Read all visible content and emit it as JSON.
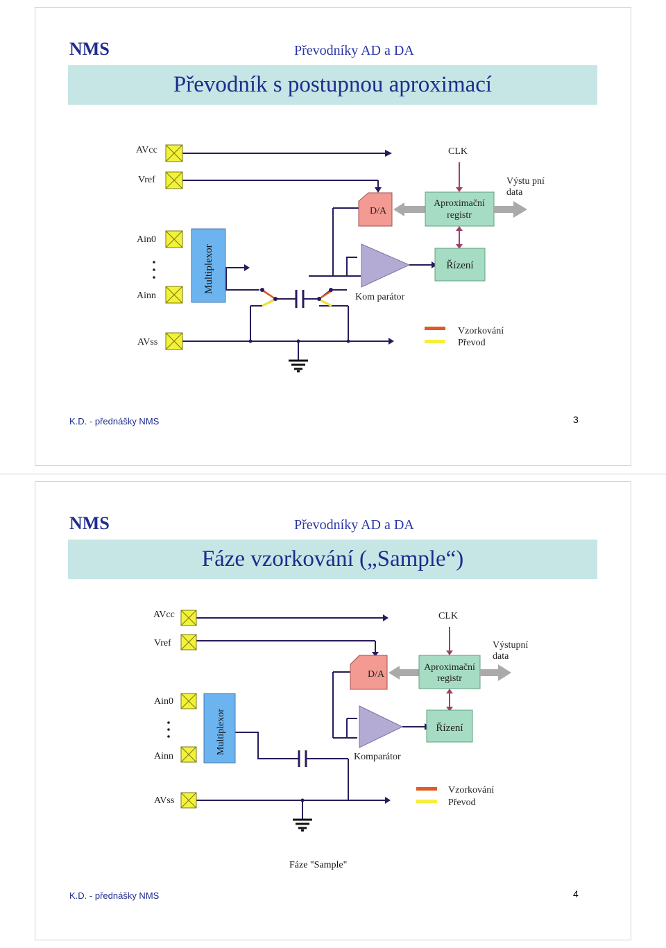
{
  "slide1": {
    "brand": "NMS",
    "subject": "Převodníky AD a DA",
    "title": "Převodník s postupnou aproximací",
    "footer": "K.D. - přednášky NMS",
    "page": "3",
    "diagram": {
      "avcc": "AVcc",
      "vref": "Vref",
      "ain0": "Ain0",
      "ainn": "Ainn",
      "avss": "AVss",
      "multiplexor": "Multiplexor",
      "da": "D/A",
      "aprox_line1": "Aproximační",
      "aprox_line2": "registr",
      "rizeni": "Řízení",
      "komparator": "Kom parátor",
      "clk": "CLK",
      "vystup_line1": "Výstu pní",
      "vystup_line2": "data",
      "legend_sample": "Vzorkování",
      "legend_convert": "Převod"
    }
  },
  "slide2": {
    "brand": "NMS",
    "subject": "Převodníky AD a DA",
    "title": "Fáze vzorkování („Sample“)",
    "footer": "K.D. - přednášky NMS",
    "page": "4",
    "caption": "Fáze \"Sample\"",
    "diagram": {
      "avcc": "AVcc",
      "vref": "Vref",
      "ain0": "Ain0",
      "ainn": "Ainn",
      "avss": "AVss",
      "multiplexor": "Multiplexor",
      "da": "D/A",
      "aprox_line1": "Aproximační",
      "aprox_line2": "registr",
      "rizeni": "Řízení",
      "komparator": "Komparátor",
      "clk": "CLK",
      "vystup_line1": "Výstupní",
      "vystup_line2": "data",
      "legend_sample": "Vzorkování",
      "legend_convert": "Převod"
    }
  },
  "colors": {
    "pad": "#f2f23a",
    "multiplexor": "#6cb4ef",
    "da": "#f39a92",
    "register": "#a6dcc4",
    "comparator": "#b4abd4",
    "wire": "#2a1a5a",
    "clk_arrow": "#a0406a",
    "sample_legend": "#e05a24",
    "convert_legend": "#f5ef3c",
    "title_band": "#c6e6e6"
  }
}
